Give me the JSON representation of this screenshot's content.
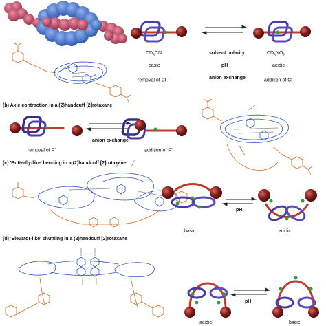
{
  "panel_a": {
    "left_state": [
      "CD",
      "3",
      "CN"
    ],
    "left_condition_1": "basic",
    "left_condition_2": [
      "removal of Cl",
      "−"
    ],
    "stimuli": [
      "solvent polarity",
      "pH",
      "anion exchange"
    ],
    "right_state": [
      "CD",
      "3",
      "NO",
      "2"
    ],
    "right_condition_1": "acidic",
    "right_condition_2": [
      "addition of Cl",
      "−"
    ]
  },
  "panel_b": {
    "header": "(b) Axle contraction in a (2)handcuff [2]rotaxane",
    "left_label": [
      "removal of F",
      "−"
    ],
    "stimulus": "anion exchange",
    "right_label": [
      "addition of F",
      "−"
    ]
  },
  "panel_c": {
    "header": "(c) 'Butterfly-like' bending in a (2)handcuff [2]rotaxane",
    "left_label": "basic",
    "stimulus": "pH",
    "right_label": "acidic"
  },
  "panel_d": {
    "header": "(d) 'Elevator-like' shuttling in a (2)handcuff [2]rotaxane",
    "left_label": "acidic",
    "stimulus": "pH",
    "right_label": "basic"
  },
  "colors": {
    "stopper": "#8a1f1f",
    "ring": "#4a3aa8",
    "axle": "#c0392b",
    "site": "#2e9e3e",
    "cpk_red": "#c24a63",
    "cpk_blue": "#3d6fc9",
    "structure_blue": "#2f55c8",
    "structure_orange": "#d2691e",
    "structure_gray": "#8a8a8a"
  }
}
